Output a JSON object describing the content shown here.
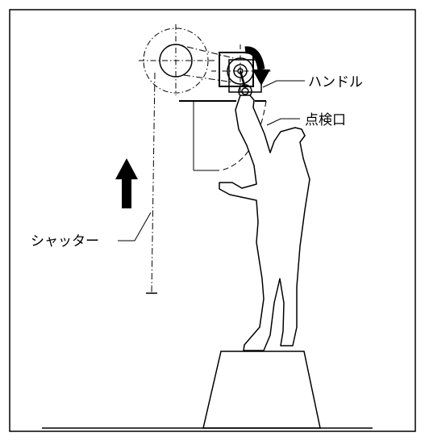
{
  "diagram": {
    "labels": {
      "handle": "ハンドル",
      "inspection_port": "点検口",
      "shutter": "シャッター"
    },
    "colors": {
      "line": "#000000",
      "background": "#ffffff"
    },
    "icons": {
      "rotation_arrow": "curved-arrow-icon",
      "direction_arrow": "up-arrow-icon"
    }
  }
}
